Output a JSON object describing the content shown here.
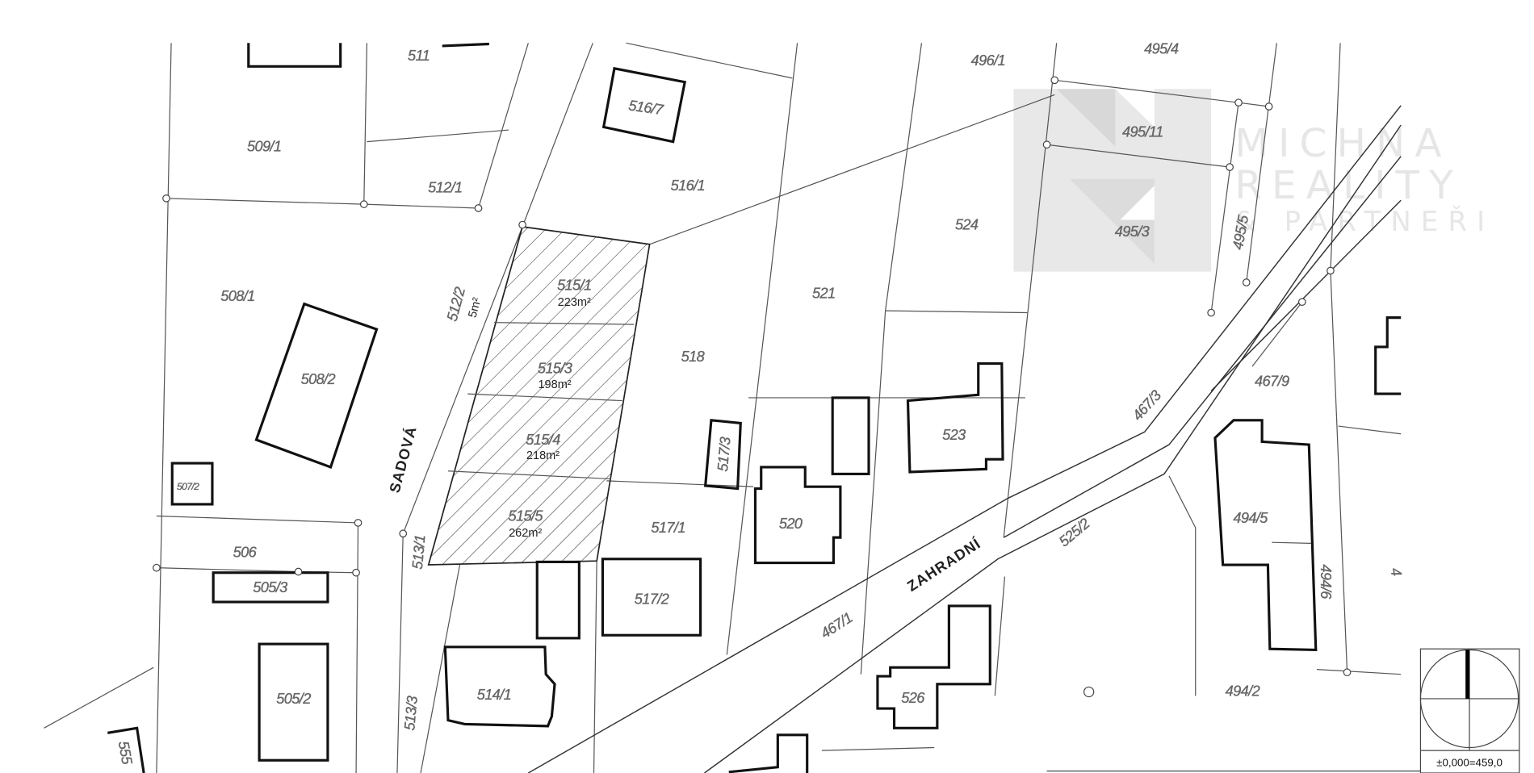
{
  "map": {
    "parcels": [
      "511",
      "509/1",
      "512/1",
      "516/7",
      "516/1",
      "496/1",
      "495/4",
      "495/11",
      "524",
      "495/3",
      "495/5",
      "508/1",
      "515/1",
      "512/2",
      "521",
      "518",
      "508/2",
      "515/3",
      "467/3",
      "467/9",
      "515/4",
      "517/3",
      "523",
      "507/2",
      "494/5",
      "506",
      "515/5",
      "517/1",
      "520",
      "525/2",
      "517/2",
      "494/6",
      "467/1",
      "514/1",
      "505/2",
      "526",
      "494/2",
      "513/3",
      "513/1",
      "505/3",
      "555",
      "4"
    ],
    "areas": {
      "p515_1": "223m²",
      "p515_3": "198m²",
      "p515_4": "218m²",
      "p515_5": "262m²",
      "p512_2": "5m²"
    },
    "streets": {
      "sadova": "SADOVÁ",
      "zahradni": "ZAHRADNÍ"
    },
    "watermark": {
      "line1": "MICHNA",
      "line2": "REALITY",
      "line3": "& PARTNEŘI"
    },
    "elevation_note": "±0,000=459,0",
    "colors": {
      "hatch": "#333333",
      "label": "#666666",
      "watermark": "#e6e6e6"
    }
  }
}
